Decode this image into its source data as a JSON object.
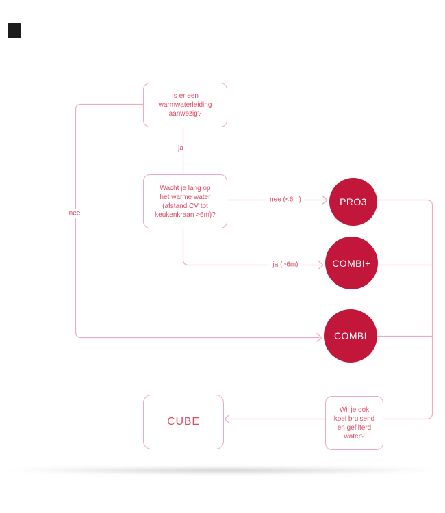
{
  "colors": {
    "circle_red": "#c2173a",
    "text_red": "#dd4a63",
    "line_pink": "#efadbb",
    "mark_dark": "#1c1c1c",
    "circle_text": "#ffffff"
  },
  "flowchart": {
    "nodes": {
      "q1": {
        "text": "Is er een\nwarmwaterleiding\naanwezig?"
      },
      "q2": {
        "text": "Wacht je lang op\nhet warme water\n(afstand CV tot\nkeukenkraan >6m)?"
      },
      "q3": {
        "text": "Wil je ook\nkoel bruisend\nen gefilterd\nwater?"
      },
      "pro3": {
        "label": "PRO3"
      },
      "combi_plus": {
        "label": "COMBI+"
      },
      "combi": {
        "label": "COMBI"
      },
      "cube": {
        "label": "CUBE"
      }
    },
    "edge_labels": {
      "ja": "ja",
      "nee": "nee",
      "nee_6m": "nee (<6m)",
      "ja_6m": "ja (>6m)"
    }
  }
}
